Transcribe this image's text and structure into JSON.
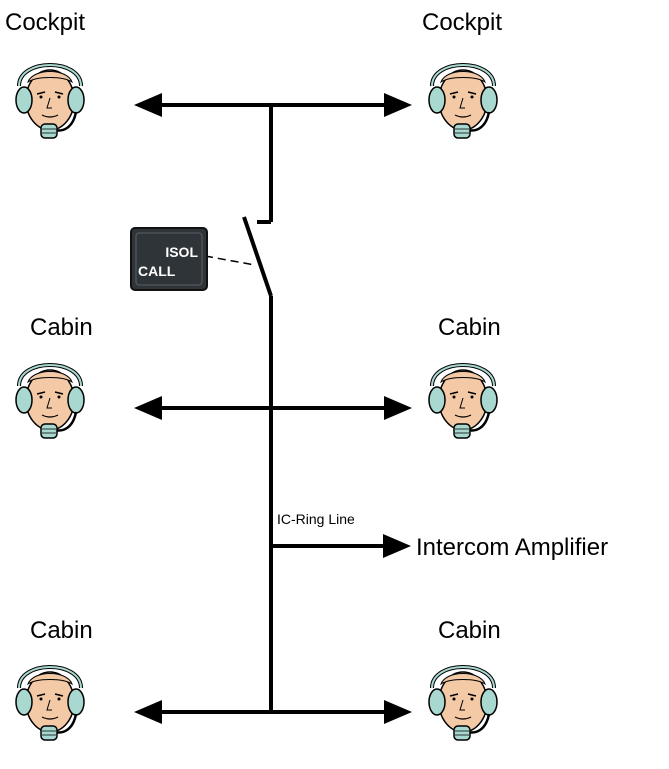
{
  "stations": [
    {
      "label": "Cockpit"
    },
    {
      "label": "Cockpit"
    },
    {
      "label": "Cabin"
    },
    {
      "label": "Cabin"
    },
    {
      "label": "Cabin"
    },
    {
      "label": "Cabin"
    }
  ],
  "isol_button": {
    "line1": "ISOL",
    "line2": "CALL"
  },
  "ring_line_label": "IC-Ring Line",
  "amplifier_label": "Intercom Amplifier",
  "colors": {
    "line": "#000000",
    "skin": "#F3C9A6",
    "headset": "#A8D8D0",
    "button_bg": "#2F3438"
  }
}
